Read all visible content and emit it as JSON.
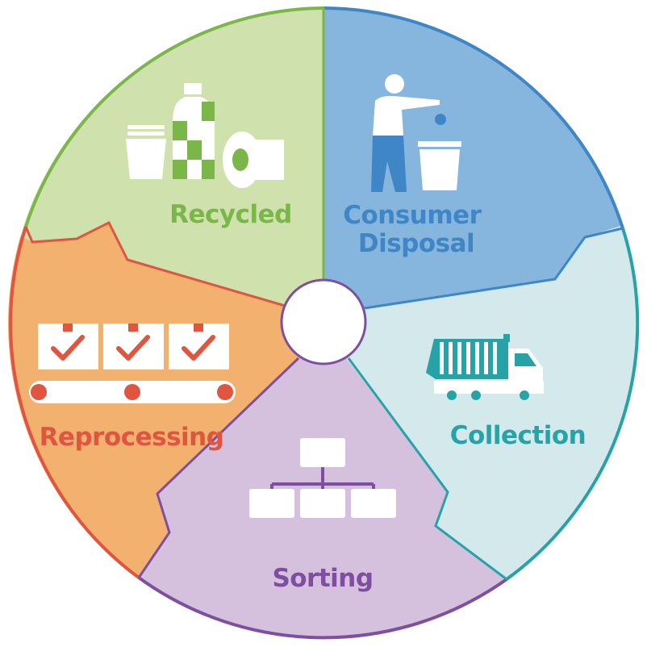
{
  "diagram": {
    "segments": [
      {
        "id": "recycled",
        "lines": [
          "Recycled"
        ],
        "icon": "recycled-products-icon",
        "fill": "#cfe1ac",
        "stroke": "#7ab648",
        "text_color": "#7ab648"
      },
      {
        "id": "consumer-disposal",
        "lines": [
          "Consumer",
          "Disposal"
        ],
        "icon": "person-disposing-trash-icon",
        "fill": "#86b5dd",
        "stroke": "#3f86c7",
        "text_color": "#3f86c7"
      },
      {
        "id": "collection",
        "lines": [
          "Collection"
        ],
        "icon": "garbage-truck-icon",
        "fill": "#d3e9ec",
        "stroke": "#27a3a8",
        "text_color": "#27a3a8"
      },
      {
        "id": "sorting",
        "lines": [
          "Sorting"
        ],
        "icon": "sorting-hierarchy-icon",
        "fill": "#d5c1dd",
        "stroke": "#7e4fa0",
        "text_color": "#7e4fa0"
      },
      {
        "id": "reprocessing",
        "lines": [
          "Reprocessing"
        ],
        "icon": "conveyor-belt-icon",
        "fill": "#f3b170",
        "stroke": "#e0553f",
        "text_color": "#e0553f"
      }
    ],
    "center": {
      "fill": "#ffffff"
    }
  }
}
